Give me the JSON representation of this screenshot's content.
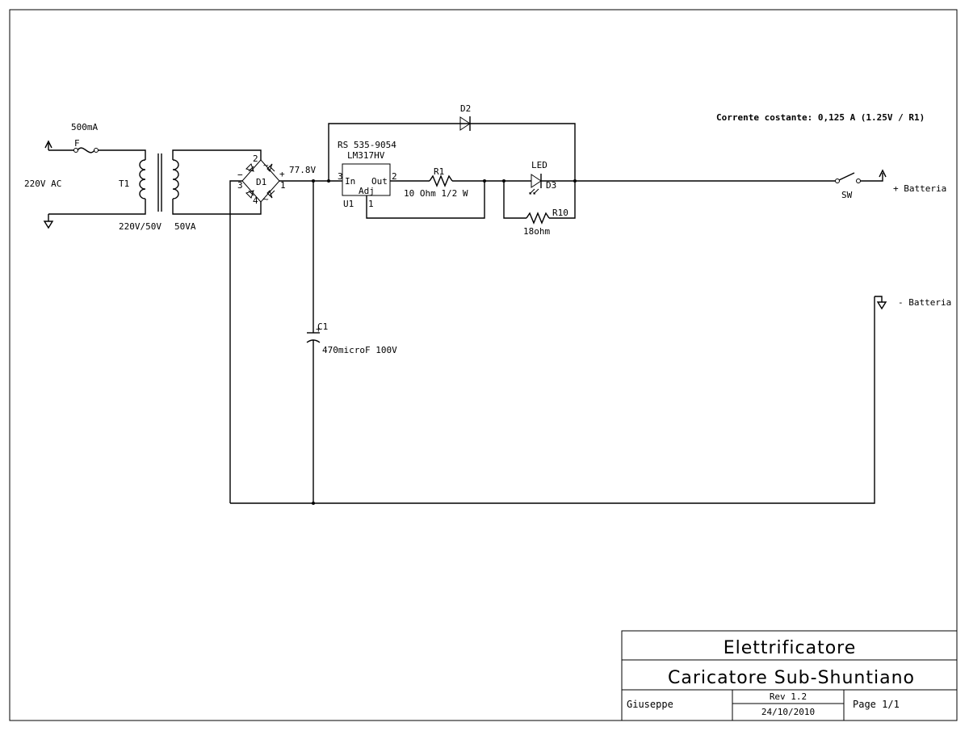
{
  "labels": {
    "fuse_rating": "500mA",
    "fuse_ref": "F",
    "mains_input": "220V AC",
    "transformer_ref": "T1",
    "transformer_ratio": "220V/50V",
    "transformer_power": "50VA",
    "bridge_ref": "D1",
    "bridge_pin2": "2",
    "bridge_pin3": "3",
    "bridge_pin1": "1",
    "bridge_pin4": "4",
    "bridge_plus": "+",
    "bridge_minus": "−",
    "bridge_ac_top": "~",
    "bridge_ac_bottom": "~",
    "rail_voltage": "77.8V",
    "capacitor_ref": "C1",
    "capacitor_value": "470microF 100V",
    "capacitor_plus": "+",
    "regulator_part": "RS 535-9054",
    "regulator_type": "LM317HV",
    "regulator_ref": "U1",
    "pin_in": "In",
    "pin_out": "Out",
    "pin_adj": "Adj",
    "pin_in_num": "3",
    "pin_out_num": "2",
    "pin_adj_num": "1",
    "r1_ref": "R1",
    "r1_value": "10 Ohm 1/2 W",
    "d2_ref": "D2",
    "led_label": "LED",
    "d3_ref": "D3",
    "r10_ref": "R10",
    "r10_value": "18ohm",
    "switch_ref": "SW",
    "battery_plus": "+ Batteria",
    "battery_minus": "- Batteria",
    "note_current": "Corrente costante: 0,125 A (1.25V / R1)"
  },
  "title_block": {
    "company": "Elettrificatore",
    "title": "Caricatore Sub-Shuntiano",
    "author": "Giuseppe",
    "revision": "Rev 1.2",
    "date": "24/10/2010",
    "page": "Page 1/1"
  }
}
